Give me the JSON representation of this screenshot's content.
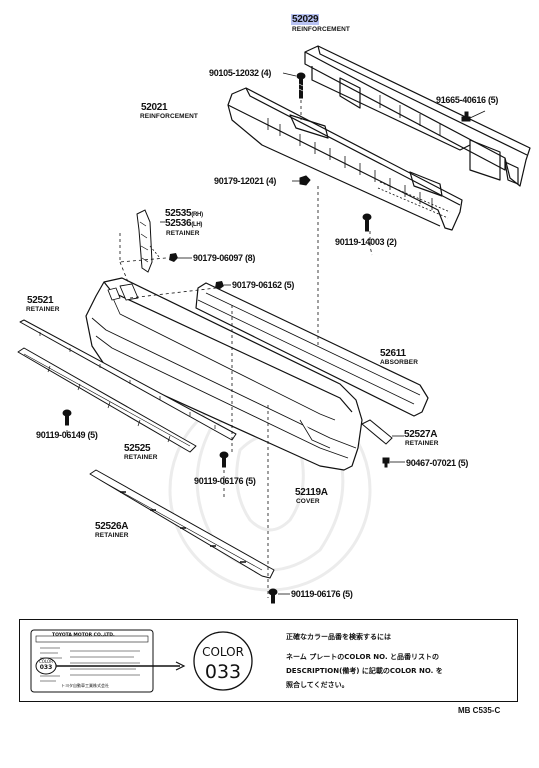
{
  "parts": {
    "p52029": {
      "number": "52029",
      "name": "REINFORCEMENT"
    },
    "p90105": {
      "number": "90105-12032",
      "qty": "(4)"
    },
    "p52021": {
      "number": "52021",
      "name": "REINFORCEMENT"
    },
    "p91665": {
      "number": "91665-40616",
      "qty": "(5)"
    },
    "p90179a": {
      "number": "90179-12021",
      "qty": "(4)"
    },
    "p52535": {
      "number": "52535",
      "side": "(RH)"
    },
    "p52536": {
      "number": "52536",
      "side": "(LH)",
      "name": "RETAINER"
    },
    "p90119a": {
      "number": "90119-14003",
      "qty": "(2)"
    },
    "p90179b": {
      "number": "90179-06097",
      "qty": "(8)"
    },
    "p90179c": {
      "number": "90179-06162",
      "qty": "(5)"
    },
    "p52521": {
      "number": "52521",
      "name": "RETAINER"
    },
    "p52611": {
      "number": "52611",
      "name": "ABSORBER"
    },
    "p90119b": {
      "number": "90119-06149",
      "qty": "(5)"
    },
    "p52525": {
      "number": "52525",
      "name": "RETAINER"
    },
    "p52527A": {
      "number": "52527A",
      "name": "RETAINER"
    },
    "p90467": {
      "number": "90467-07021",
      "qty": "(5)"
    },
    "p90119c": {
      "number": "90119-06176",
      "qty": "(5)"
    },
    "p52119A": {
      "number": "52119A",
      "name": "COVER"
    },
    "p52526A": {
      "number": "52526A",
      "name": "RETAINER"
    },
    "p90119d": {
      "number": "90119-06176",
      "qty": "(5)"
    }
  },
  "notice": {
    "plate_maker": "TOYOTA MOTOR CO.,LTD.",
    "plate_bottom": "トヨタ自動車工業株式会社",
    "plate_code_word": "COLOR",
    "plate_code": "033",
    "color_word": "COLOR",
    "color_code": "033",
    "text_line1": "正確なカラー品番を検索するには",
    "text_line2": "ネーム プレートのCOLOR NO. と品番リストの",
    "text_line3": "DESCRIPTION(備考) に記載のCOLOR NO. を",
    "text_line4": "照合してください。"
  },
  "ref_code": "MB C535-C"
}
